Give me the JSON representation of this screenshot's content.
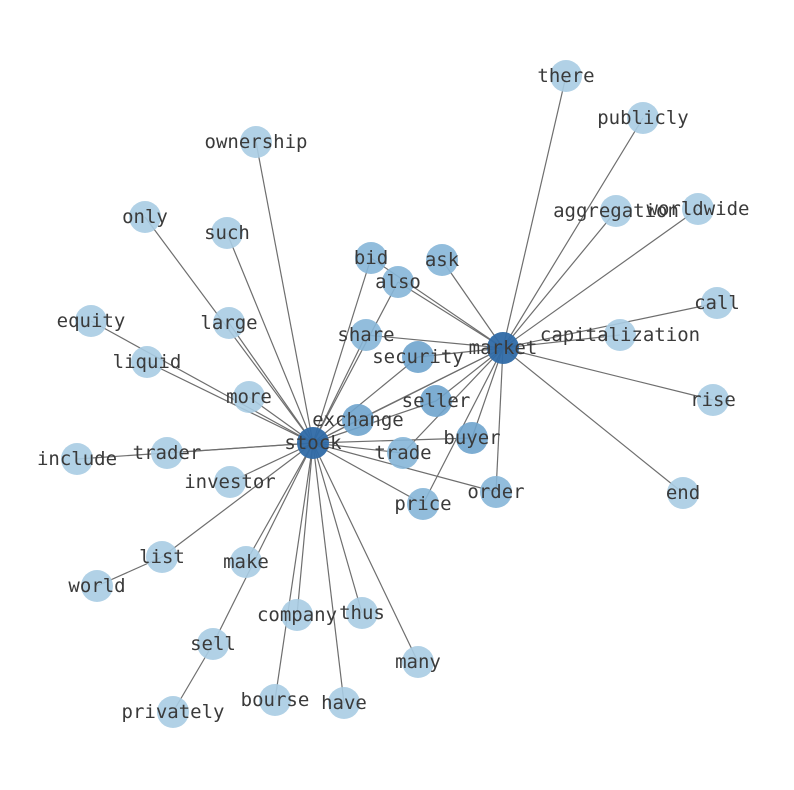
{
  "colors": {
    "edge": "#6e6e6e",
    "label": "#3a3a3a",
    "node_shades": [
      "#a9cce3",
      "#94c0dd",
      "#86b6d8",
      "#6fa4cd",
      "#5a93c2",
      "#2f6aa7"
    ]
  },
  "graph": {
    "nodes": [
      {
        "id": "stock",
        "label": "stock",
        "shade": 5
      },
      {
        "id": "market",
        "label": "market",
        "shade": 5
      },
      {
        "id": "exchange",
        "label": "exchange",
        "shade": 3
      },
      {
        "id": "security",
        "label": "security",
        "shade": 3
      },
      {
        "id": "share",
        "label": "share",
        "shade": 2
      },
      {
        "id": "seller",
        "label": "seller",
        "shade": 3
      },
      {
        "id": "buyer",
        "label": "buyer",
        "shade": 3
      },
      {
        "id": "trade",
        "label": "trade",
        "shade": 2
      },
      {
        "id": "price",
        "label": "price",
        "shade": 2
      },
      {
        "id": "order",
        "label": "order",
        "shade": 2
      },
      {
        "id": "also",
        "label": "also",
        "shade": 2
      },
      {
        "id": "bid",
        "label": "bid",
        "shade": 2
      },
      {
        "id": "ask",
        "label": "ask",
        "shade": 2
      },
      {
        "id": "there",
        "label": "there",
        "shade": 0
      },
      {
        "id": "publicly",
        "label": "publicly",
        "shade": 0
      },
      {
        "id": "aggregation",
        "label": "aggregation",
        "shade": 0
      },
      {
        "id": "worldwide",
        "label": "worldwide",
        "shade": 0
      },
      {
        "id": "call",
        "label": "call",
        "shade": 0
      },
      {
        "id": "capitalization",
        "label": "capitalization",
        "shade": 0
      },
      {
        "id": "rise",
        "label": "rise",
        "shade": 0
      },
      {
        "id": "end",
        "label": "end",
        "shade": 0
      },
      {
        "id": "ownership",
        "label": "ownership",
        "shade": 0
      },
      {
        "id": "only",
        "label": "only",
        "shade": 0
      },
      {
        "id": "such",
        "label": "such",
        "shade": 0
      },
      {
        "id": "equity",
        "label": "equity",
        "shade": 0
      },
      {
        "id": "large",
        "label": "large",
        "shade": 0
      },
      {
        "id": "liquid",
        "label": "liquid",
        "shade": 0
      },
      {
        "id": "more",
        "label": "more",
        "shade": 0
      },
      {
        "id": "include",
        "label": "include",
        "shade": 0
      },
      {
        "id": "trader",
        "label": "trader",
        "shade": 0
      },
      {
        "id": "investor",
        "label": "investor",
        "shade": 0
      },
      {
        "id": "list",
        "label": "list",
        "shade": 0
      },
      {
        "id": "world",
        "label": "world",
        "shade": 0
      },
      {
        "id": "make",
        "label": "make",
        "shade": 0
      },
      {
        "id": "company",
        "label": "company",
        "shade": 0
      },
      {
        "id": "thus",
        "label": "thus",
        "shade": 0
      },
      {
        "id": "sell",
        "label": "sell",
        "shade": 0
      },
      {
        "id": "many",
        "label": "many",
        "shade": 0
      },
      {
        "id": "bourse",
        "label": "bourse",
        "shade": 0
      },
      {
        "id": "have",
        "label": "have",
        "shade": 0
      },
      {
        "id": "privately",
        "label": "privately",
        "shade": 0
      }
    ],
    "edges": [
      [
        "stock",
        "market"
      ],
      [
        "stock",
        "exchange"
      ],
      [
        "stock",
        "security"
      ],
      [
        "stock",
        "share"
      ],
      [
        "stock",
        "seller"
      ],
      [
        "stock",
        "buyer"
      ],
      [
        "stock",
        "trade"
      ],
      [
        "stock",
        "price"
      ],
      [
        "stock",
        "order"
      ],
      [
        "stock",
        "also"
      ],
      [
        "stock",
        "bid"
      ],
      [
        "stock",
        "ownership"
      ],
      [
        "stock",
        "only"
      ],
      [
        "stock",
        "such"
      ],
      [
        "stock",
        "equity"
      ],
      [
        "stock",
        "large"
      ],
      [
        "stock",
        "liquid"
      ],
      [
        "stock",
        "more"
      ],
      [
        "stock",
        "include"
      ],
      [
        "stock",
        "trader"
      ],
      [
        "stock",
        "investor"
      ],
      [
        "stock",
        "list"
      ],
      [
        "stock",
        "make"
      ],
      [
        "stock",
        "company"
      ],
      [
        "stock",
        "thus"
      ],
      [
        "stock",
        "sell"
      ],
      [
        "stock",
        "many"
      ],
      [
        "stock",
        "bourse"
      ],
      [
        "stock",
        "have"
      ],
      [
        "list",
        "world"
      ],
      [
        "sell",
        "privately"
      ],
      [
        "market",
        "exchange"
      ],
      [
        "market",
        "security"
      ],
      [
        "market",
        "share"
      ],
      [
        "market",
        "seller"
      ],
      [
        "market",
        "buyer"
      ],
      [
        "market",
        "trade"
      ],
      [
        "market",
        "price"
      ],
      [
        "market",
        "order"
      ],
      [
        "market",
        "also"
      ],
      [
        "market",
        "bid"
      ],
      [
        "market",
        "ask"
      ],
      [
        "market",
        "there"
      ],
      [
        "market",
        "publicly"
      ],
      [
        "market",
        "aggregation"
      ],
      [
        "market",
        "worldwide"
      ],
      [
        "market",
        "call"
      ],
      [
        "market",
        "capitalization"
      ],
      [
        "market",
        "rise"
      ],
      [
        "market",
        "end"
      ]
    ]
  }
}
